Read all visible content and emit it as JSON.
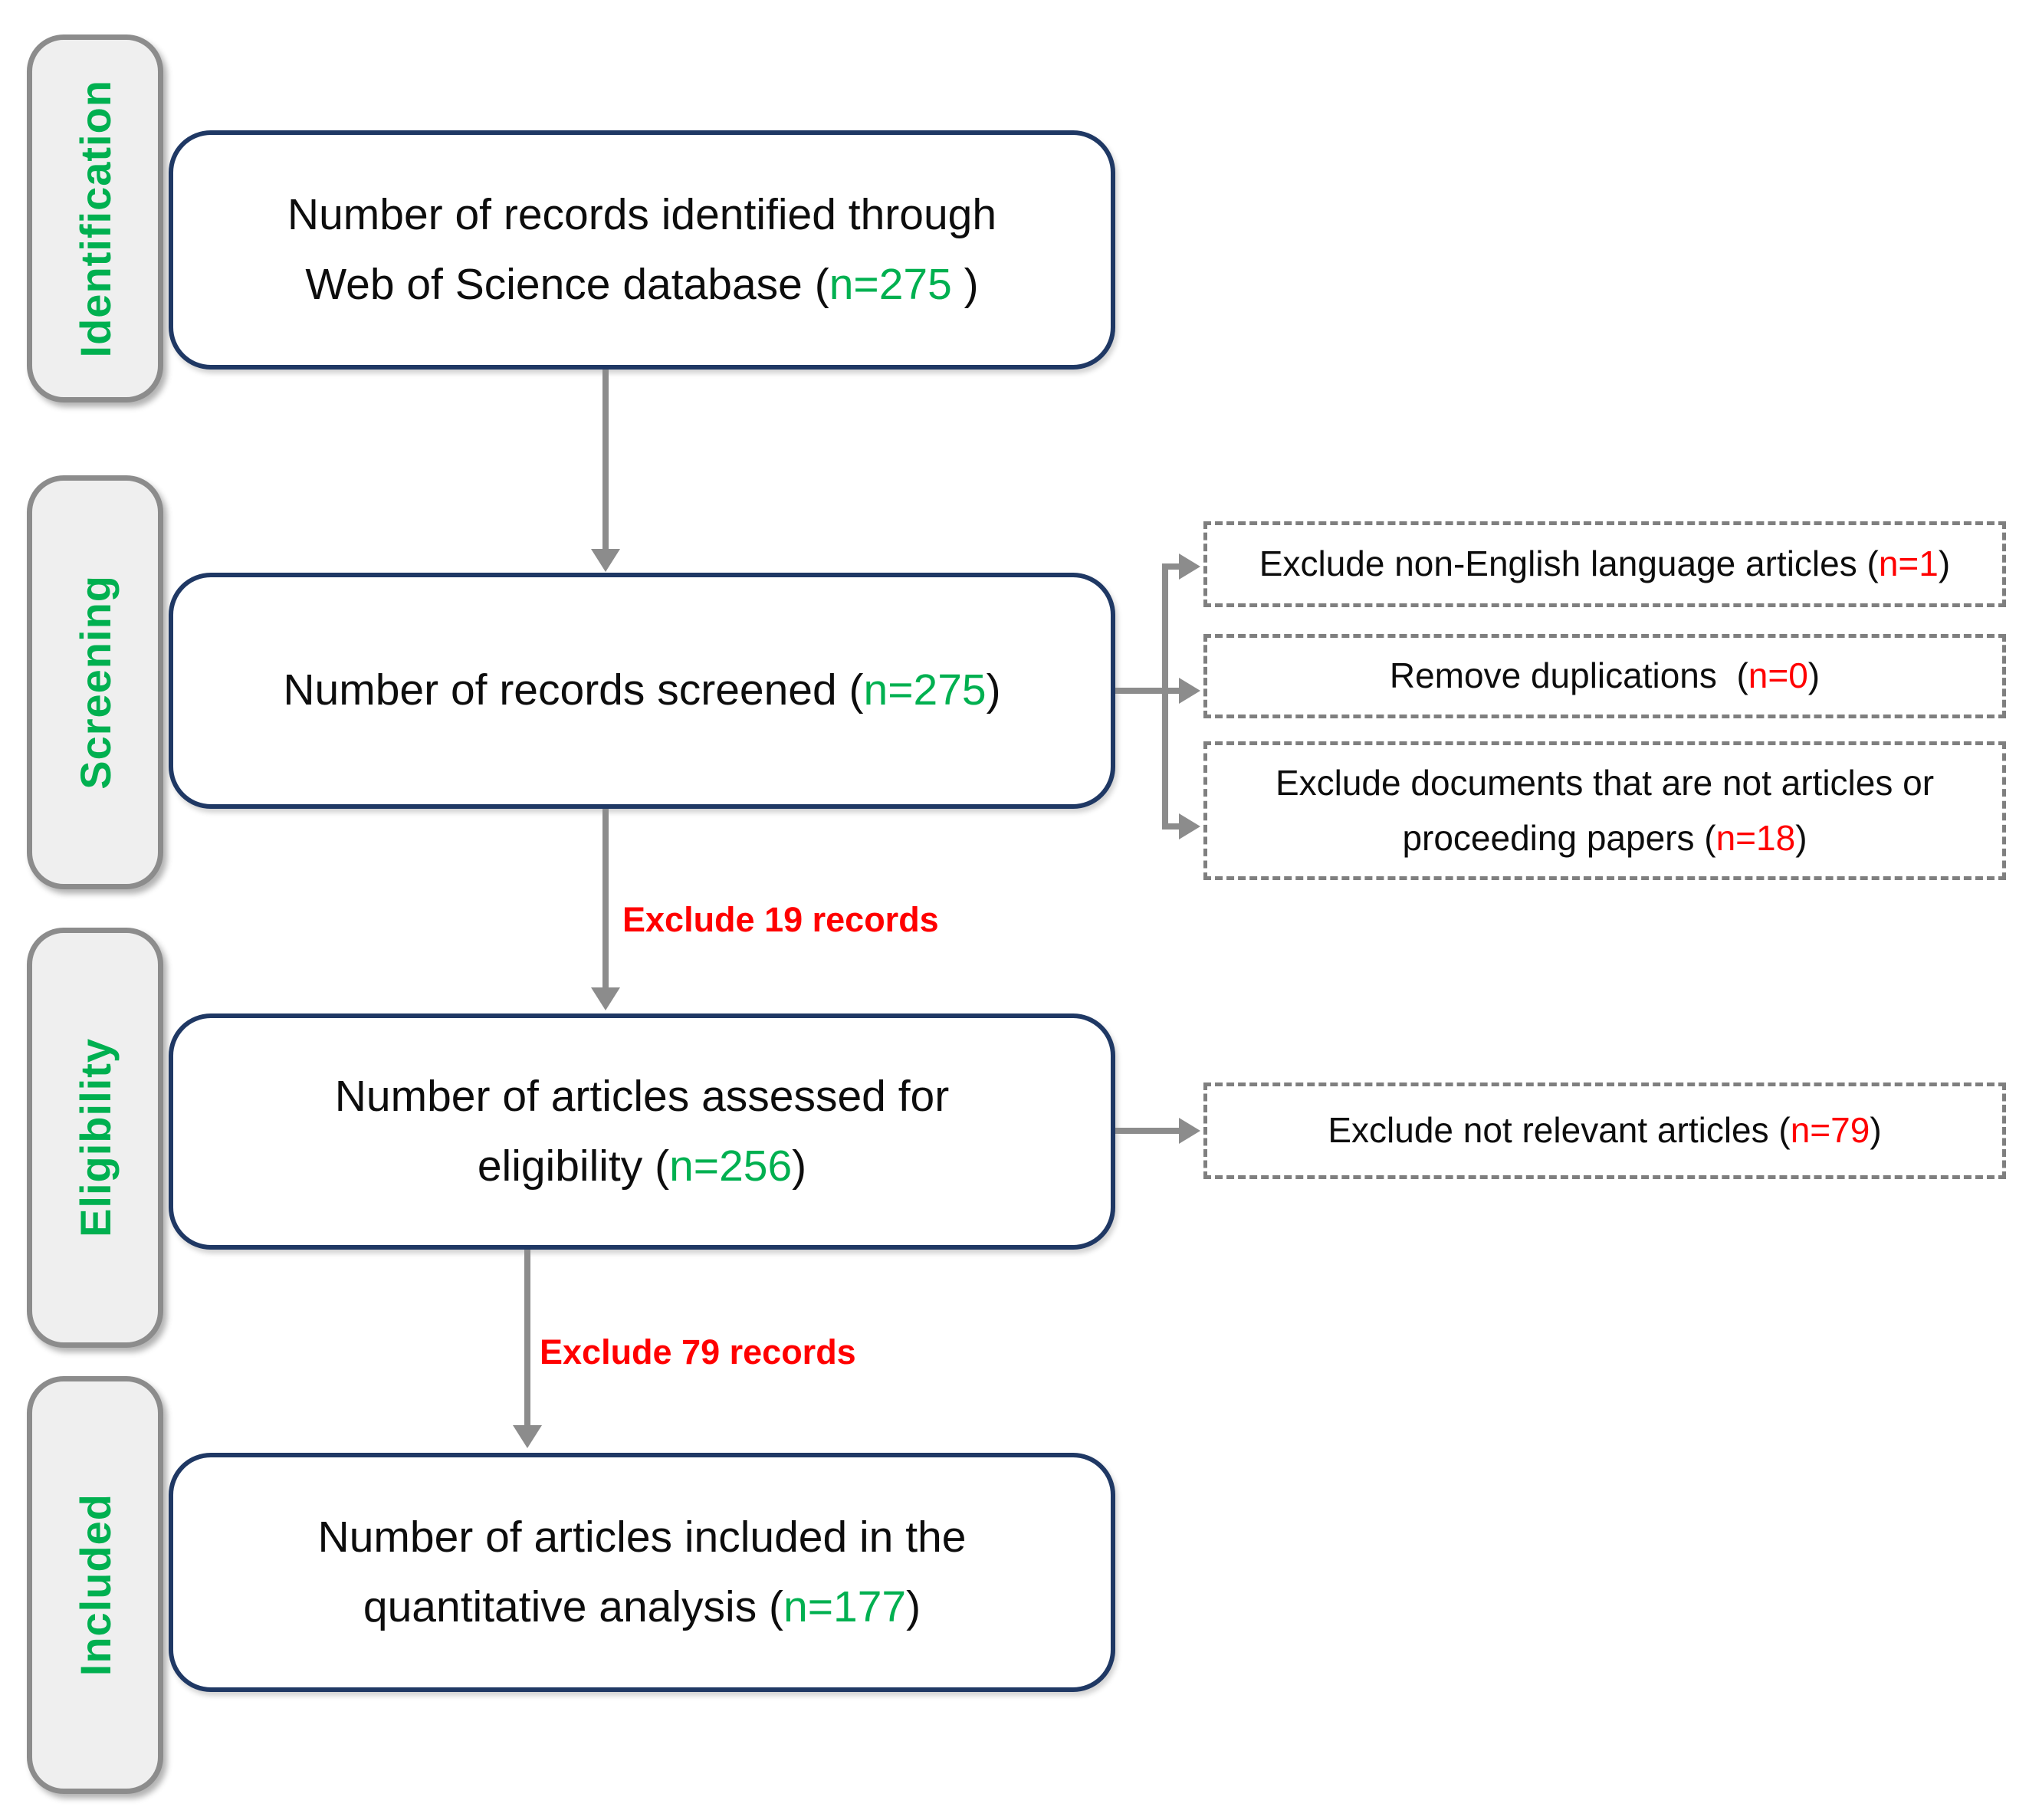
{
  "diagram": {
    "title": "PRISMA-style literature selection flow",
    "colors": {
      "stage_text": "#00B050",
      "included_count_text": "#00B050",
      "excluded_count_text": "#FF0000",
      "edge_label_text": "#FF0000",
      "main_box_border": "#1F3864",
      "stage_box_border": "#8C8C8C",
      "stage_box_fill": "#EFEFEF",
      "exclusion_box_border": "#7F7F7F",
      "arrow": "#8C8C8C"
    },
    "stages": [
      {
        "label": "Identification"
      },
      {
        "label": "Screening"
      },
      {
        "label": "Eligibility"
      },
      {
        "label": "Included"
      }
    ],
    "main_boxes": {
      "identification": {
        "line1": "Number of records identified through",
        "line2_prefix": "Web of Science database (",
        "count": "n=275",
        "line2_suffix": " )"
      },
      "screening": {
        "prefix": "Number of records screened (",
        "count": "n=275",
        "suffix": ")"
      },
      "eligibility": {
        "line1": "Number of articles assessed for",
        "line2_prefix": "eligibility (",
        "count": "n=256",
        "line2_suffix": ")"
      },
      "included": {
        "line1": "Number of articles included in the",
        "line2_prefix": "quantitative analysis (",
        "count": "n=177",
        "line2_suffix": ")"
      }
    },
    "exclusion_boxes": {
      "non_english": {
        "prefix": "Exclude non-English language articles (",
        "count": "n=1",
        "suffix": ")"
      },
      "duplications": {
        "prefix": "Remove duplications  (",
        "count": "n=0",
        "suffix": ")"
      },
      "not_articles": {
        "line1": "Exclude documents that are not articles or",
        "line2_prefix": "proceeding papers (",
        "count": "n=18",
        "line2_suffix": ")"
      },
      "not_relevant": {
        "prefix": "Exclude not relevant articles (",
        "count": "n=79",
        "suffix": ")"
      }
    },
    "edge_labels": {
      "after_screening": "Exclude 19 records",
      "after_eligibility": "Exclude 79 records"
    }
  }
}
